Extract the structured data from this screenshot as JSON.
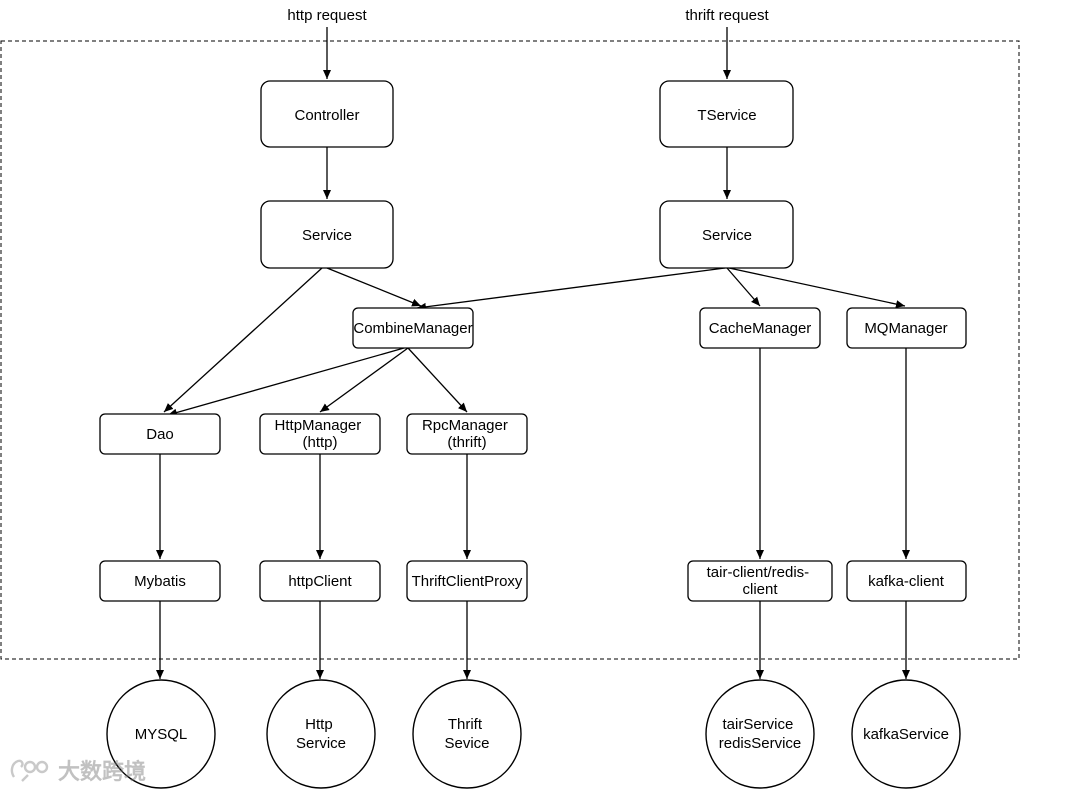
{
  "requests": {
    "http": "http request",
    "thrift": "thrift request"
  },
  "nodes": {
    "controller": "Controller",
    "tservice": "TService",
    "service_left": "Service",
    "service_right": "Service",
    "combine_manager": "CombineManager",
    "cache_manager": "CacheManager",
    "mq_manager": "MQManager",
    "dao": "Dao",
    "http_manager": [
      "HttpManager",
      "(http)"
    ],
    "rpc_manager": [
      "RpcManager",
      "(thrift)"
    ],
    "mybatis": "Mybatis",
    "http_client": "httpClient",
    "thrift_client_proxy": "ThriftClientProxy",
    "tair_redis_client": [
      "tair-client/redis-",
      "client"
    ],
    "kafka_client": "kafka-client"
  },
  "services": {
    "mysql": [
      "MYSQL"
    ],
    "http_service": [
      "Http",
      "Service"
    ],
    "thrift_service": [
      "Thrift",
      "Sevice"
    ],
    "tair_redis_service": [
      "tairService",
      "redisService"
    ],
    "kafka_service": [
      "kafkaService"
    ]
  },
  "watermark": "大数跨境"
}
